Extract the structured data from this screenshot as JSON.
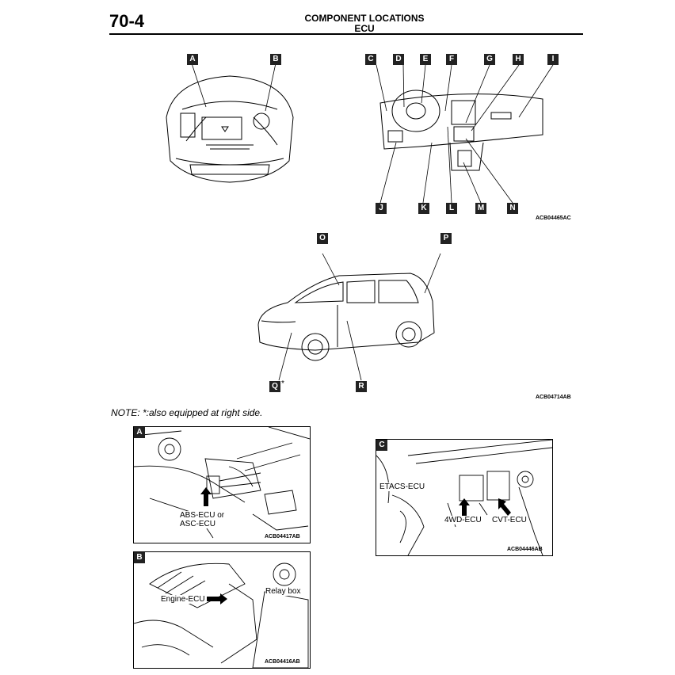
{
  "header": {
    "page_number": "70-4",
    "title": "COMPONENT LOCATIONS",
    "subtitle": "ECU"
  },
  "top_figures": {
    "engine_tags": [
      "A",
      "B"
    ],
    "dash_top_tags": [
      "C",
      "D",
      "E",
      "F",
      "G",
      "H",
      "I"
    ],
    "dash_bottom_tags": [
      "J",
      "K",
      "L",
      "M",
      "N"
    ],
    "dash_code": "ACB04465AC"
  },
  "car_figure": {
    "top_tags": [
      "O",
      "P"
    ],
    "bottom_tags": [
      "Q",
      "R"
    ],
    "q_suffix": "*",
    "code": "ACB04714AB"
  },
  "note": "NOTE: *:also equipped at right side.",
  "details": {
    "a": {
      "tag": "A",
      "label_line1": "ABS-ECU or",
      "label_line2": "ASC-ECU",
      "code": "ACB04417AB"
    },
    "b": {
      "tag": "B",
      "engine_ecu": "Engine-ECU",
      "relay_box": "Relay box",
      "code": "ACB04416AB"
    },
    "c": {
      "tag": "C",
      "etacs": "ETACS-ECU",
      "fourwd": "4WD-ECU",
      "cvt": "CVT-ECU",
      "code": "ACB04446AB"
    }
  }
}
